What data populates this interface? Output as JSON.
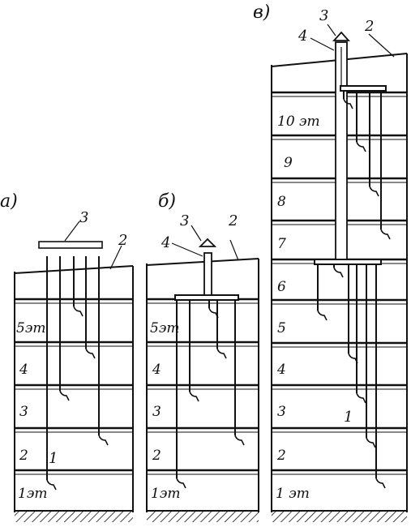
{
  "panels": [
    {
      "letter": "а)",
      "floors": [
        "1эт",
        "2",
        "3",
        "4",
        "5эт"
      ],
      "callouts": {
        "c1": "1",
        "c2": "2",
        "c3": "3"
      }
    },
    {
      "letter": "б)",
      "floors": [
        "1эт",
        "2",
        "3",
        "4",
        "5эт"
      ],
      "callouts": {
        "c2": "2",
        "c3": "3",
        "c4": "4"
      }
    },
    {
      "letter": "в)",
      "floors": [
        "1 эт",
        "2",
        "3",
        "4",
        "5",
        "6",
        "7",
        "8",
        "9",
        "10 эт"
      ],
      "callouts": {
        "c1": "1",
        "c2": "2",
        "c3": "3",
        "c4": "4"
      }
    }
  ]
}
